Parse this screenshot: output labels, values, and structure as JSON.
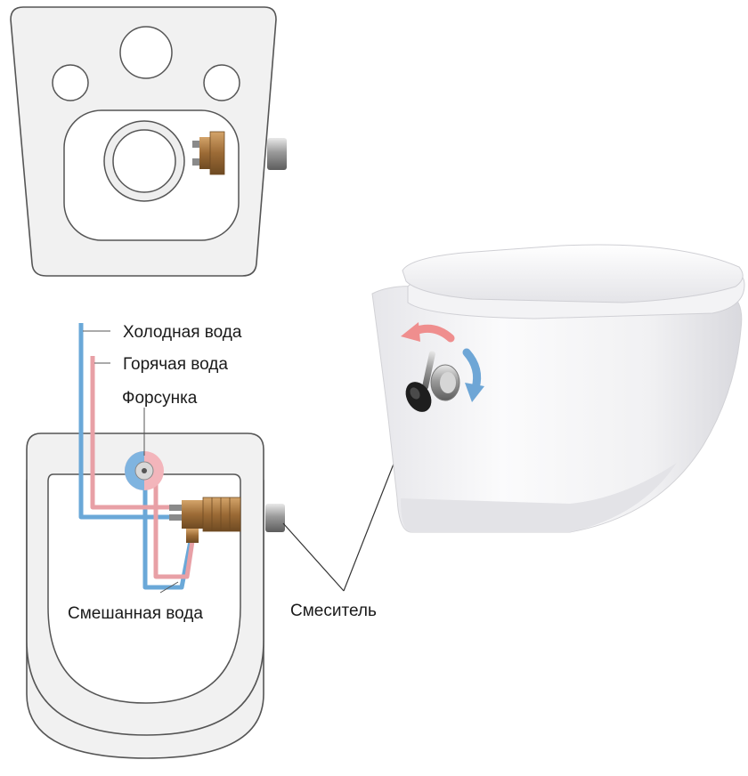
{
  "labels": {
    "cold_water": "Холодная вода",
    "hot_water": "Горячая вода",
    "nozzle": "Форсунка",
    "mixed_water": "Смешанная вода",
    "mixer": "Смеситель"
  },
  "colors": {
    "cold_pipe": "#6aa8d8",
    "hot_pipe": "#e8a0a6",
    "outline": "#555555",
    "panel_fill": "#f0f0f0",
    "brass": "#a97a45",
    "chrome": "#b5b5b5",
    "arrow_hot": "#ef8e8e",
    "arrow_cold": "#6ea6d6"
  }
}
